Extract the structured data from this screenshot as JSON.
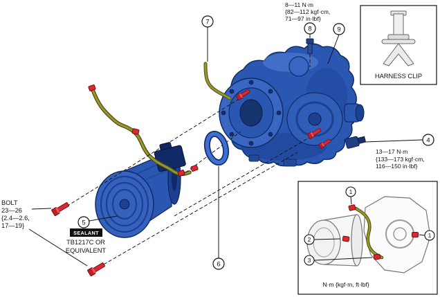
{
  "colors": {
    "part_blue": "#2a57b2",
    "part_blue_dark": "#122c63",
    "bolt_red": "#dd2730",
    "harness_olive": "#97972b"
  },
  "callouts": {
    "n1": "1",
    "n2": "2",
    "n3": "3",
    "n4": "4",
    "n5": "5",
    "n6": "6",
    "n7": "7",
    "n8": "8",
    "n9": "9"
  },
  "torque_top": [
    "8—11 N·m",
    "{82—112 kgf·cm,",
    "71—97 in·lbf}"
  ],
  "torque_right": [
    "13—17 N·m",
    "{133—173 kgf·cm,",
    "116—150 in·lbf}"
  ],
  "bolt_label": [
    "BOLT",
    "23—26",
    "{2.4—2.6,",
    "17—19}"
  ],
  "sealant": {
    "badge": "SEALANT",
    "line1": "TB1217C OR",
    "line2": "EQUIVALENT"
  },
  "labels": {
    "harness_clip": "HARNESS CLIP",
    "inset_note": "N·m {kgf·m, ft·lbf}"
  }
}
